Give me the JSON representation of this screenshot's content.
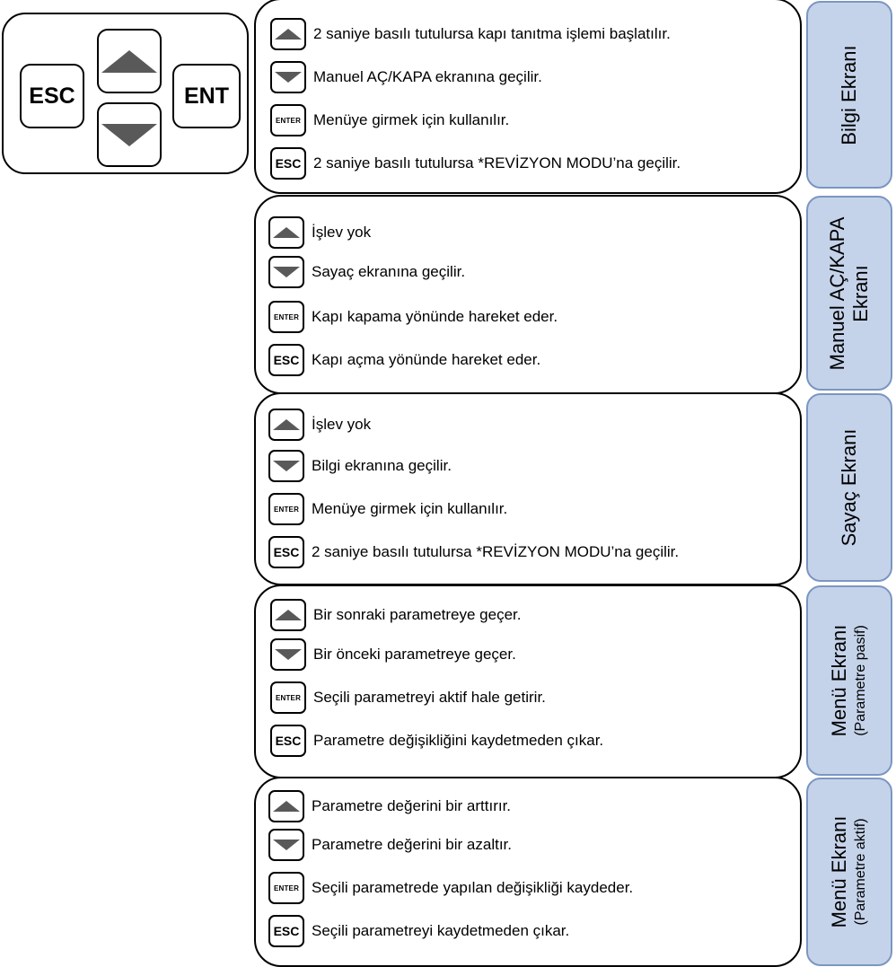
{
  "keypad": {
    "esc_label": "ESC",
    "ent_label": "ENT",
    "up_icon": "up-arrow-icon",
    "down_icon": "down-arrow-icon"
  },
  "button_labels": {
    "enter": "ENTER",
    "esc": "ESC"
  },
  "colors": {
    "tab_fill": "#c5d3ea",
    "tab_border": "#7b96c1",
    "arrow_fill": "#595959"
  },
  "panels": [
    {
      "label_lines": [
        "Bilgi Ekranı"
      ],
      "rows": [
        {
          "icon": "up-arrow-icon",
          "text": "2 saniye basılı tutulursa kapı tanıtma işlemi başlatılır."
        },
        {
          "icon": "down-arrow-icon",
          "text": "Manuel AÇ/KAPA ekranına geçilir."
        },
        {
          "icon": "enter-key-icon",
          "text": "Menüye girmek için kullanılır."
        },
        {
          "icon": "esc-key-icon",
          "text": "2 saniye basılı tutulursa *REVİZYON MODU’na geçilir."
        }
      ]
    },
    {
      "label_lines": [
        "Manuel AÇ/KAPA",
        "Ekranı"
      ],
      "rows": [
        {
          "icon": "up-arrow-icon",
          "text": "İşlev yok"
        },
        {
          "icon": "down-arrow-icon",
          "text": "Sayaç ekranına geçilir."
        },
        {
          "icon": "enter-key-icon",
          "text": "Kapı kapama yönünde hareket eder."
        },
        {
          "icon": "esc-key-icon",
          "text": "Kapı açma yönünde hareket eder."
        }
      ]
    },
    {
      "label_lines": [
        "Sayaç Ekranı"
      ],
      "rows": [
        {
          "icon": "up-arrow-icon",
          "text": "İşlev yok"
        },
        {
          "icon": "down-arrow-icon",
          "text": "Bilgi ekranına geçilir."
        },
        {
          "icon": "enter-key-icon",
          "text": "Menüye girmek için kullanılır."
        },
        {
          "icon": "esc-key-icon",
          "text": "2 saniye basılı tutulursa *REVİZYON MODU’na geçilir."
        }
      ]
    },
    {
      "label_lines": [
        "Menü Ekranı",
        "(Parametre pasif)"
      ],
      "rows": [
        {
          "icon": "up-arrow-icon",
          "text": "Bir sonraki parametreye geçer."
        },
        {
          "icon": "down-arrow-icon",
          "text": "Bir önceki parametreye geçer."
        },
        {
          "icon": "enter-key-icon",
          "text": "Seçili parametreyi aktif hale getirir."
        },
        {
          "icon": "esc-key-icon",
          "text": "Parametre değişikliğini kaydetmeden çıkar."
        }
      ]
    },
    {
      "label_lines": [
        "Menü Ekranı",
        "(Parametre aktif)"
      ],
      "rows": [
        {
          "icon": "up-arrow-icon",
          "text": "Parametre değerini bir arttırır."
        },
        {
          "icon": "down-arrow-icon",
          "text": "Parametre değerini bir azaltır."
        },
        {
          "icon": "enter-key-icon",
          "text": "Seçili parametrede yapılan değişikliği kaydeder."
        },
        {
          "icon": "esc-key-icon",
          "text": "Seçili parametreyi kaydetmeden çıkar."
        }
      ]
    }
  ]
}
